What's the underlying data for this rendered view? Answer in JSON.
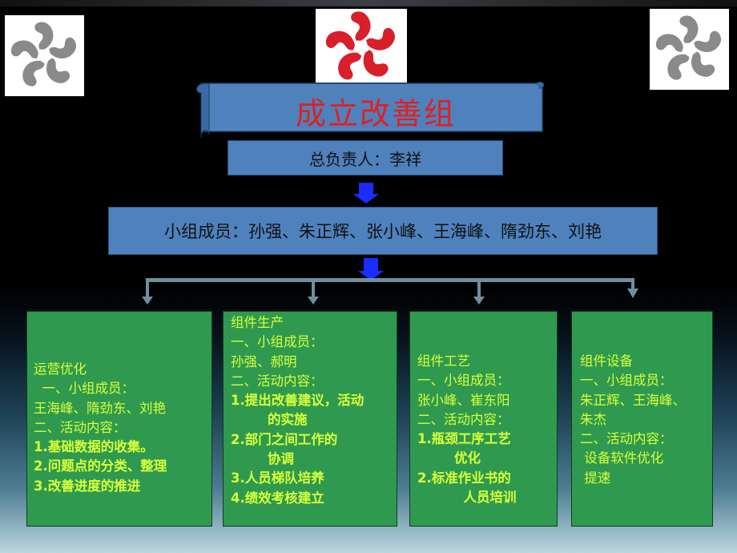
{
  "title": "成立改善组",
  "leader": "总负责人：李祥",
  "members": "小组成员：孙强、朱正辉、张小峰、王海峰、隋劲东、刘艳",
  "colors": {
    "title_red": "#e02020",
    "box_blue": "#4f81bd",
    "card_green": "#2f9a4f",
    "card_text": "#d8ff3a",
    "arrow_blue": "#1a2cff"
  },
  "logos": [
    "pinwheel-logo-gray",
    "pinwheel-logo-red-blue",
    "pinwheel-logo-gray"
  ],
  "groups": [
    {
      "lines": [
        "运营优化",
        "  一、小组成员：",
        "王海峰、隋劲东、刘艳",
        "二、活动内容：",
        "1.基础数据的收集。",
        "2.问题点的分类、整理",
        "3.改善进度的推进"
      ]
    },
    {
      "lines": [
        "组件生产",
        "一、小组成员：",
        "孙强、郝明",
        "二、活动内容：",
        "1.提出改善建议，活动",
        "        的实施",
        "2.部门之间工作的",
        "        协调",
        "3.人员梯队培养",
        "4.绩效考核建立"
      ]
    },
    {
      "lines": [
        "组件工艺",
        "一、小组成员：",
        "张小峰、崔东阳",
        "二、活动内容：",
        "1.瓶颈工序工艺",
        "        优化",
        "2.标准作业书的",
        "          人员培训"
      ]
    },
    {
      "lines": [
        "组件设备",
        "一、小组成员：",
        "朱正辉、王海峰、",
        "朱杰",
        "二、活动内容：",
        " 设备软件优化",
        " 提速"
      ]
    }
  ]
}
